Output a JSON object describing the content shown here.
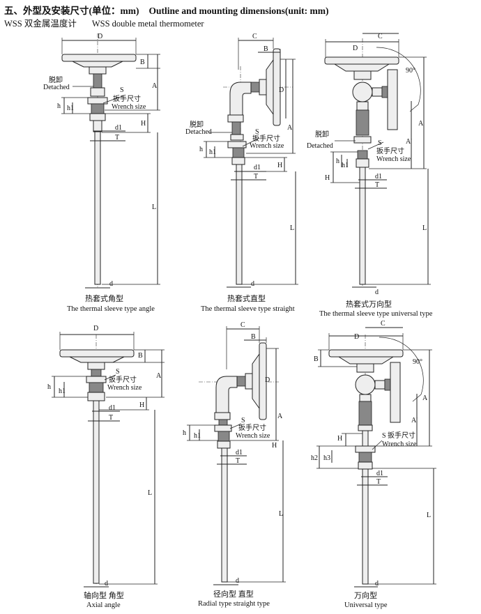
{
  "header": {
    "title_cn": "五、外型及安装尺寸(单位：mm)",
    "title_en": "Outline and mounting dimensions(unit: mm)",
    "sub_cn": "WSS 双金属温度计",
    "sub_en": "WSS double metal thermometer"
  },
  "labels": {
    "D": "D",
    "B": "B",
    "C": "C",
    "A": "A",
    "A2": "A'",
    "H": "H",
    "h": "h",
    "h1": "h1",
    "h2": "h2",
    "h3": "h3",
    "d": "d",
    "d1": "d1",
    "T": "T",
    "L": "L",
    "S": "S",
    "angle": "90°",
    "wrench_cn": "扳手尺寸",
    "wrench_en": "Wrench size",
    "detach_cn": "脱卸",
    "detach_en": "Detached"
  },
  "figures": [
    {
      "cap_cn": "热套式角型",
      "cap_en": "The thermal sleeve type angle"
    },
    {
      "cap_cn": "热套式直型",
      "cap_en": "The thermal sleeve type straight"
    },
    {
      "cap_cn": "热套式万向型",
      "cap_en": "The thermal sleeve type universal type"
    },
    {
      "cap_cn": "轴向型  角型",
      "cap_en": "Axial angle"
    },
    {
      "cap_cn": "径向型 直型",
      "cap_en": "Radial type straight type"
    },
    {
      "cap_cn": "万向型",
      "cap_en": "Universal type"
    }
  ]
}
